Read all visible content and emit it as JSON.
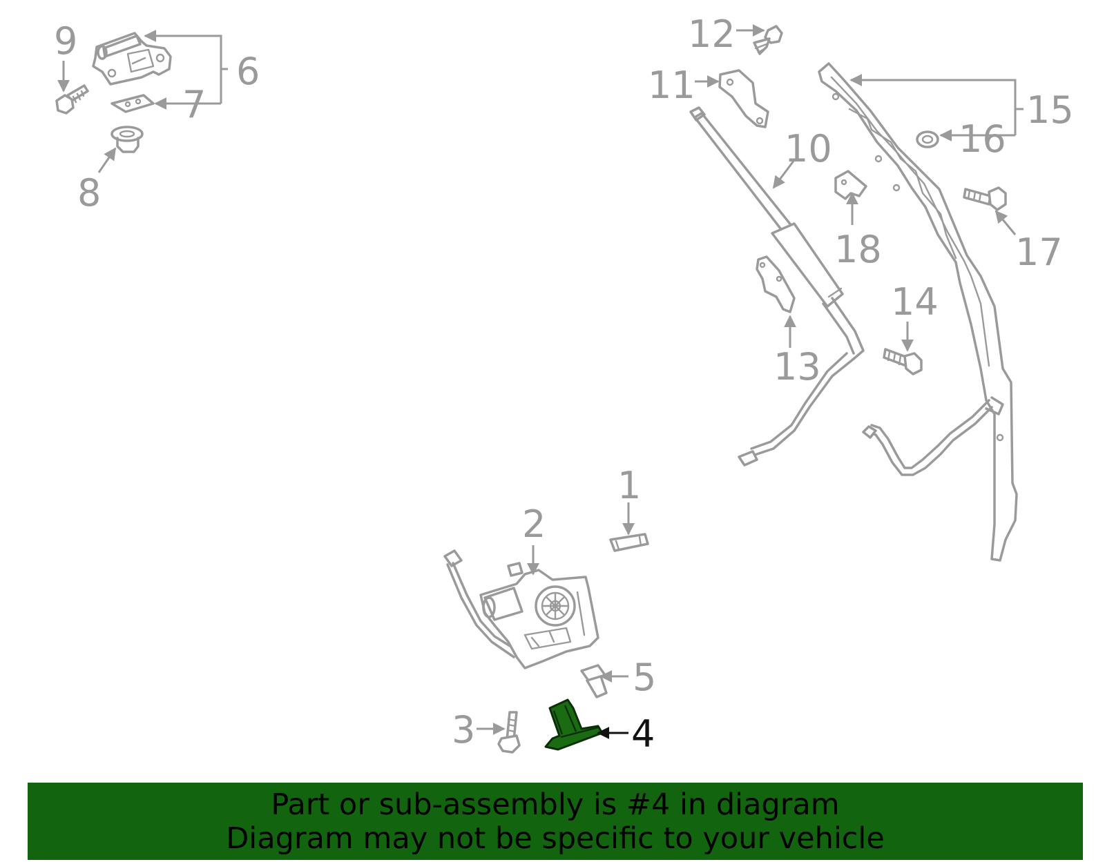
{
  "callouts": {
    "c1": "1",
    "c2": "2",
    "c3": "3",
    "c4": "4",
    "c5": "5",
    "c6": "6",
    "c7": "7",
    "c8": "8",
    "c9": "9",
    "c10": "10",
    "c11": "11",
    "c12": "12",
    "c13": "13",
    "c14": "14",
    "c15": "15",
    "c16": "16",
    "c17": "17",
    "c18": "18"
  },
  "highlighted_part": "4",
  "colors": {
    "part_outline": "#9a9a9a",
    "highlight_fill": "#1a6b12",
    "banner_background": "#12650e",
    "banner_text": "#000000"
  },
  "banner": {
    "line1": "Part or sub-assembly is #4 in diagram",
    "line2": "Diagram may not be specific to your vehicle"
  }
}
